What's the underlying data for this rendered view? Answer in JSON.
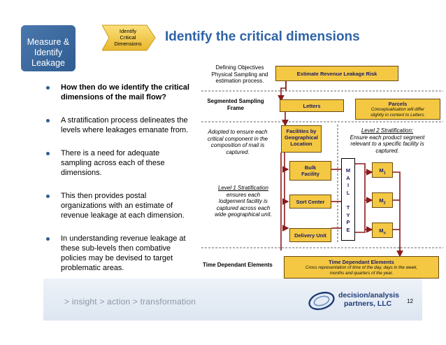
{
  "section_badge": {
    "line1": "Measure &",
    "line2": "Identify",
    "line3": "Leakage"
  },
  "step_arrow": {
    "line1": "Identify",
    "line2": "Critical",
    "line3": "Dimensions"
  },
  "title": "Identify the critical dimensions",
  "bullets": [
    {
      "line1": "How then do we identify the critical",
      "line2": "dimensions of the mail flow?",
      "bold": true
    },
    {
      "line1": "A stratification process delineates the",
      "line2": "levels where leakages emanate from."
    },
    {
      "line1": "There is a need for adequate",
      "line2": "sampling across each of these",
      "line3": "dimensions."
    },
    {
      "line1": "This then provides postal",
      "line2": "organizations with an estimate of",
      "line3": "revenue leakage at each dimension."
    },
    {
      "line1": "In understanding revenue leakage at",
      "line2": "these sub-levels then combative",
      "line3": "policies may be devised to target",
      "line4": "problematic areas."
    }
  ],
  "diagram": {
    "defining_objectives": {
      "title": "Defining Objectives",
      "line1": "Physical Sampling and",
      "line2": "estimation process."
    },
    "segmented_sampling": {
      "line1": "Segmented Sampling",
      "line2": "Frame"
    },
    "adopted_note": {
      "line1": "Adopted to ensure each",
      "line2": "critical component in the",
      "line3": "composition of mail is",
      "line4": "captured."
    },
    "level2": {
      "title": "Level 2 Stratification:",
      "line1": "Ensure each product segment",
      "line2": "relevant to a specific facility is",
      "line3": "captured."
    },
    "level1": {
      "title": "Level 1 Stratification",
      "line1": "ensures each",
      "line2": "lodgement facility is",
      "line3": "captured across each",
      "line4": "wide geographical unit."
    },
    "time_label": "Time Dependant Elements",
    "boxes": {
      "estimate": "Estimate Revenue Leakage Risk",
      "letters": "Letters",
      "parcels": {
        "title": "Parcels",
        "line1": "Conceptualisation will differ",
        "line2": "slightly in content to Letters."
      },
      "facilities": {
        "line1": "Facilities by",
        "line2": "Geographical",
        "line3": "Location"
      },
      "bulk": {
        "line1": "Bulk",
        "line2": "Facility"
      },
      "sort": "Sort Center",
      "delivery": "Delivery Unit",
      "m1": "M",
      "m1_sub": "1",
      "m2": "M",
      "m2_sub": "2",
      "mn": "M",
      "mn_sub": "n",
      "time": {
        "title": "Time Dependant Elements",
        "line1": "Cross representation of time of the day, days in the week,",
        "line2": "months and quarters of the year."
      }
    },
    "mail_type": [
      "M",
      "A",
      "I",
      "L",
      "",
      "T",
      "Y",
      "P",
      "E"
    ]
  },
  "footer": {
    "tagline": "> insight > action > transformation",
    "logo_name1": "decision/analysis",
    "logo_name2": "partners, LLC",
    "page_number": "12"
  },
  "colors": {
    "accent": "#2e64a6",
    "box_fill": "#f4c842",
    "connector": "#8b1a1a"
  }
}
